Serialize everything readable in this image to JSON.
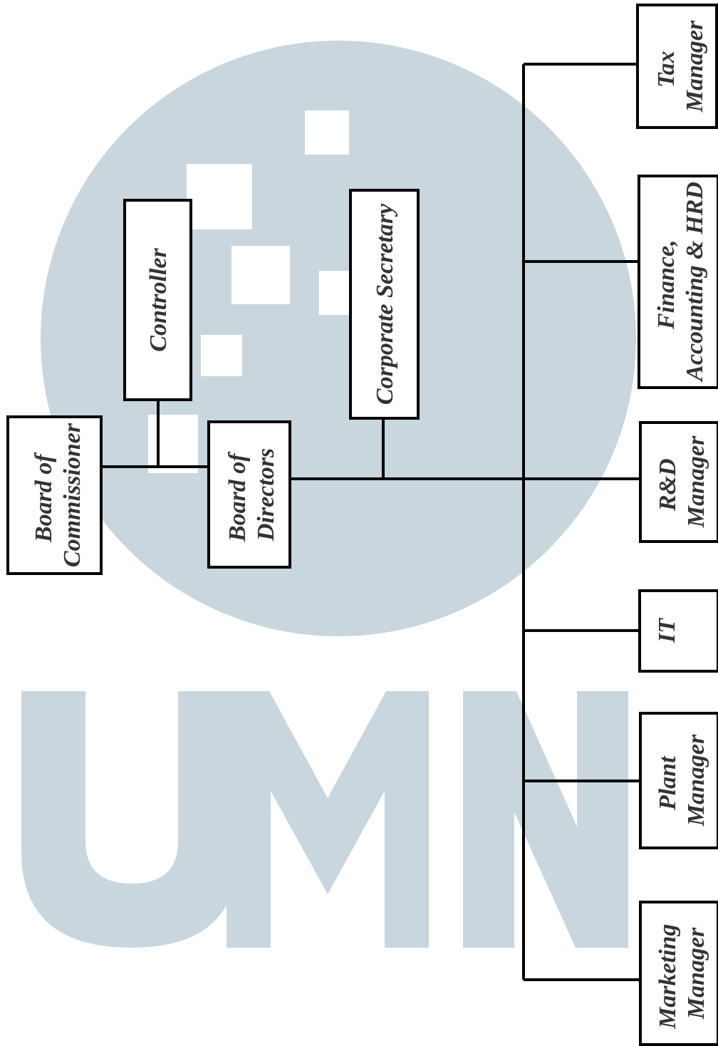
{
  "diagram": {
    "nodes": {
      "board_of_commissioner": [
        "Board of",
        "Commissioner"
      ],
      "controller": [
        "Controller"
      ],
      "board_of_directors": [
        "Board of",
        "Directors"
      ],
      "corporate_secretary": [
        "Corporate Secretary"
      ],
      "tax_manager": [
        "Tax",
        "Manager"
      ],
      "finance_accounting_hrd": [
        "Finance,",
        "Accounting & HRD"
      ],
      "rd_manager": [
        "R&D",
        "Manager"
      ],
      "it": [
        "IT"
      ],
      "plant_manager": [
        "Plant",
        "Manager"
      ],
      "marketing_manager": [
        "Marketing",
        "Manager"
      ]
    }
  },
  "watermark": {
    "text": "UMN",
    "color": "#c9d6de"
  }
}
